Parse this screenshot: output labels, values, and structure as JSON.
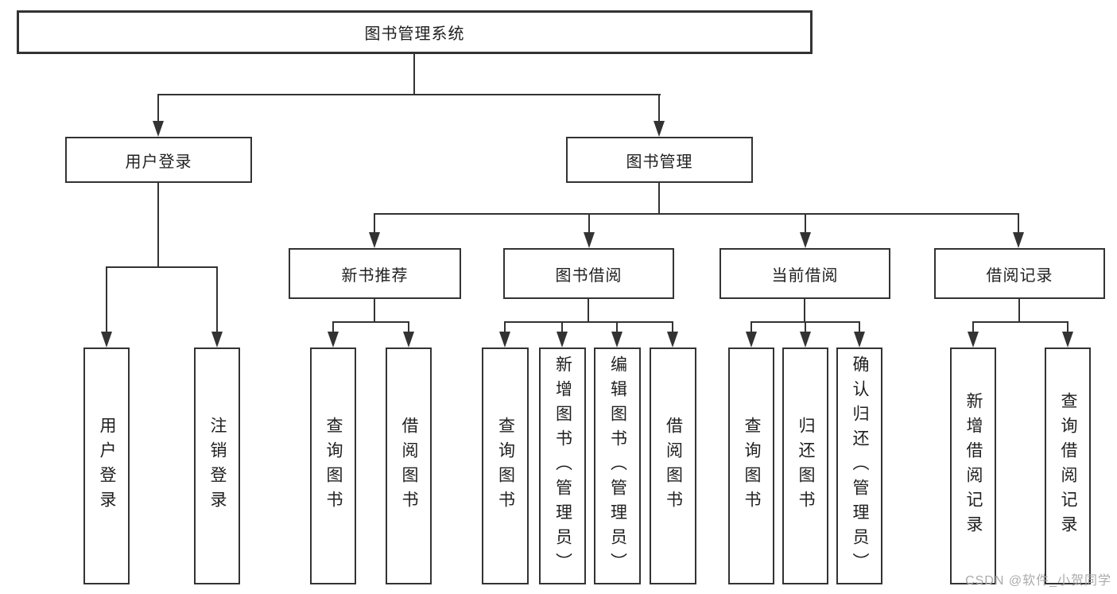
{
  "tree": {
    "label": "图书管理系统",
    "children": [
      {
        "label": "用户登录",
        "children": [
          {
            "label": "用户登录"
          },
          {
            "label": "注销登录"
          }
        ]
      },
      {
        "label": "图书管理",
        "children": [
          {
            "label": "新书推荐",
            "children": [
              {
                "label": "查询图书"
              },
              {
                "label": "借阅图书"
              }
            ]
          },
          {
            "label": "图书借阅",
            "children": [
              {
                "label": "查询图书"
              },
              {
                "label": "新增图书（管理员）"
              },
              {
                "label": "编辑图书（管理员）"
              },
              {
                "label": "借阅图书"
              }
            ]
          },
          {
            "label": "当前借阅",
            "children": [
              {
                "label": "查询图书"
              },
              {
                "label": "归还图书"
              },
              {
                "label": "确认归还（管理员）"
              }
            ]
          },
          {
            "label": "借阅记录",
            "children": [
              {
                "label": "新增借阅记录"
              },
              {
                "label": "查询借阅记录"
              }
            ]
          }
        ]
      }
    ]
  },
  "watermark": "CSDN @软件_小贺同学",
  "colors": {
    "line": "#333333",
    "box_border": "#333333",
    "text": "#1f1f1f",
    "watermark": "#ababab",
    "background": "#ffffff"
  }
}
